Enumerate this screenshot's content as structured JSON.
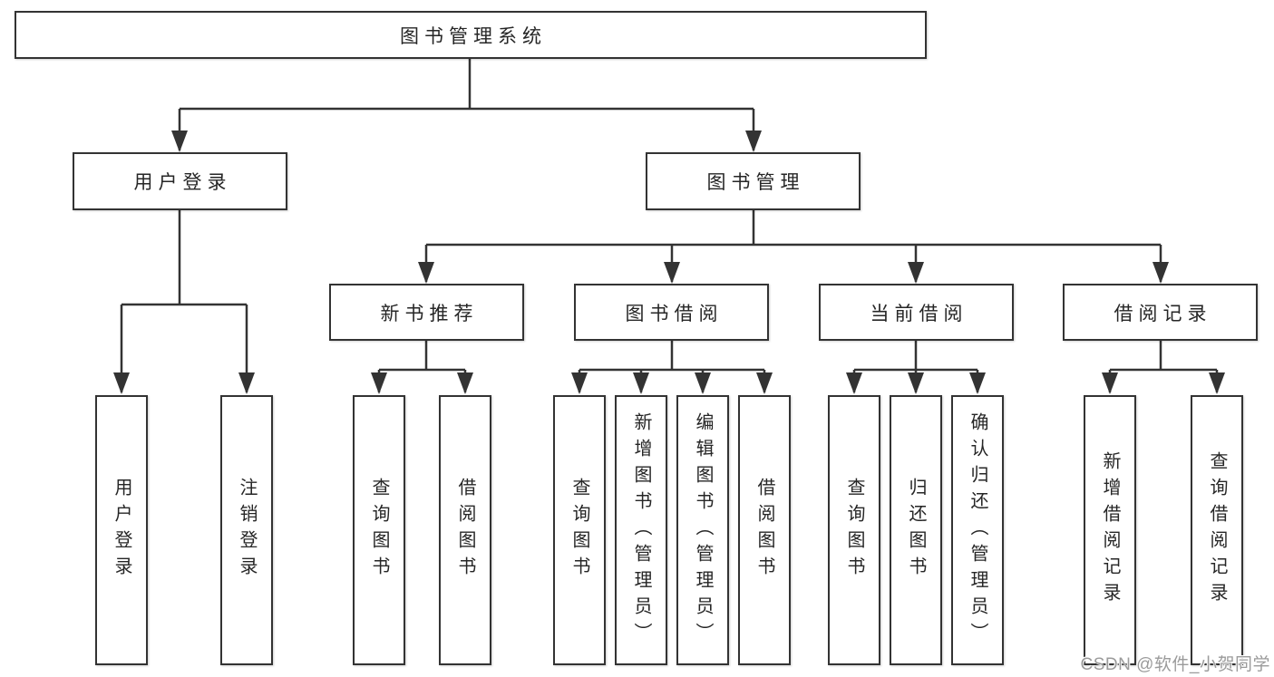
{
  "diagram": {
    "root": "图书管理系统",
    "level2": [
      {
        "label": "用户登录"
      },
      {
        "label": "图书管理"
      }
    ],
    "level3": [
      {
        "label": "新书推荐"
      },
      {
        "label": "图书借阅"
      },
      {
        "label": "当前借阅"
      },
      {
        "label": "借阅记录"
      }
    ],
    "leaves": {
      "login": [
        "用户登录",
        "注销登录"
      ],
      "recommend": [
        "查询图书",
        "借阅图书"
      ],
      "borrow": [
        "查询图书",
        "新增图书（管理员）",
        "编辑图书（管理员）",
        "借阅图书"
      ],
      "current": [
        "查询图书",
        "归还图书",
        "确认归还（管理员）"
      ],
      "records": [
        "新增借阅记录",
        "查询借阅记录"
      ]
    }
  },
  "watermark": "CSDN @软件_小贺同学",
  "colors": {
    "line": "#333333",
    "box_border": "#333333",
    "text": "#262626",
    "watermark": "#9b9b9b",
    "background": "#ffffff"
  }
}
